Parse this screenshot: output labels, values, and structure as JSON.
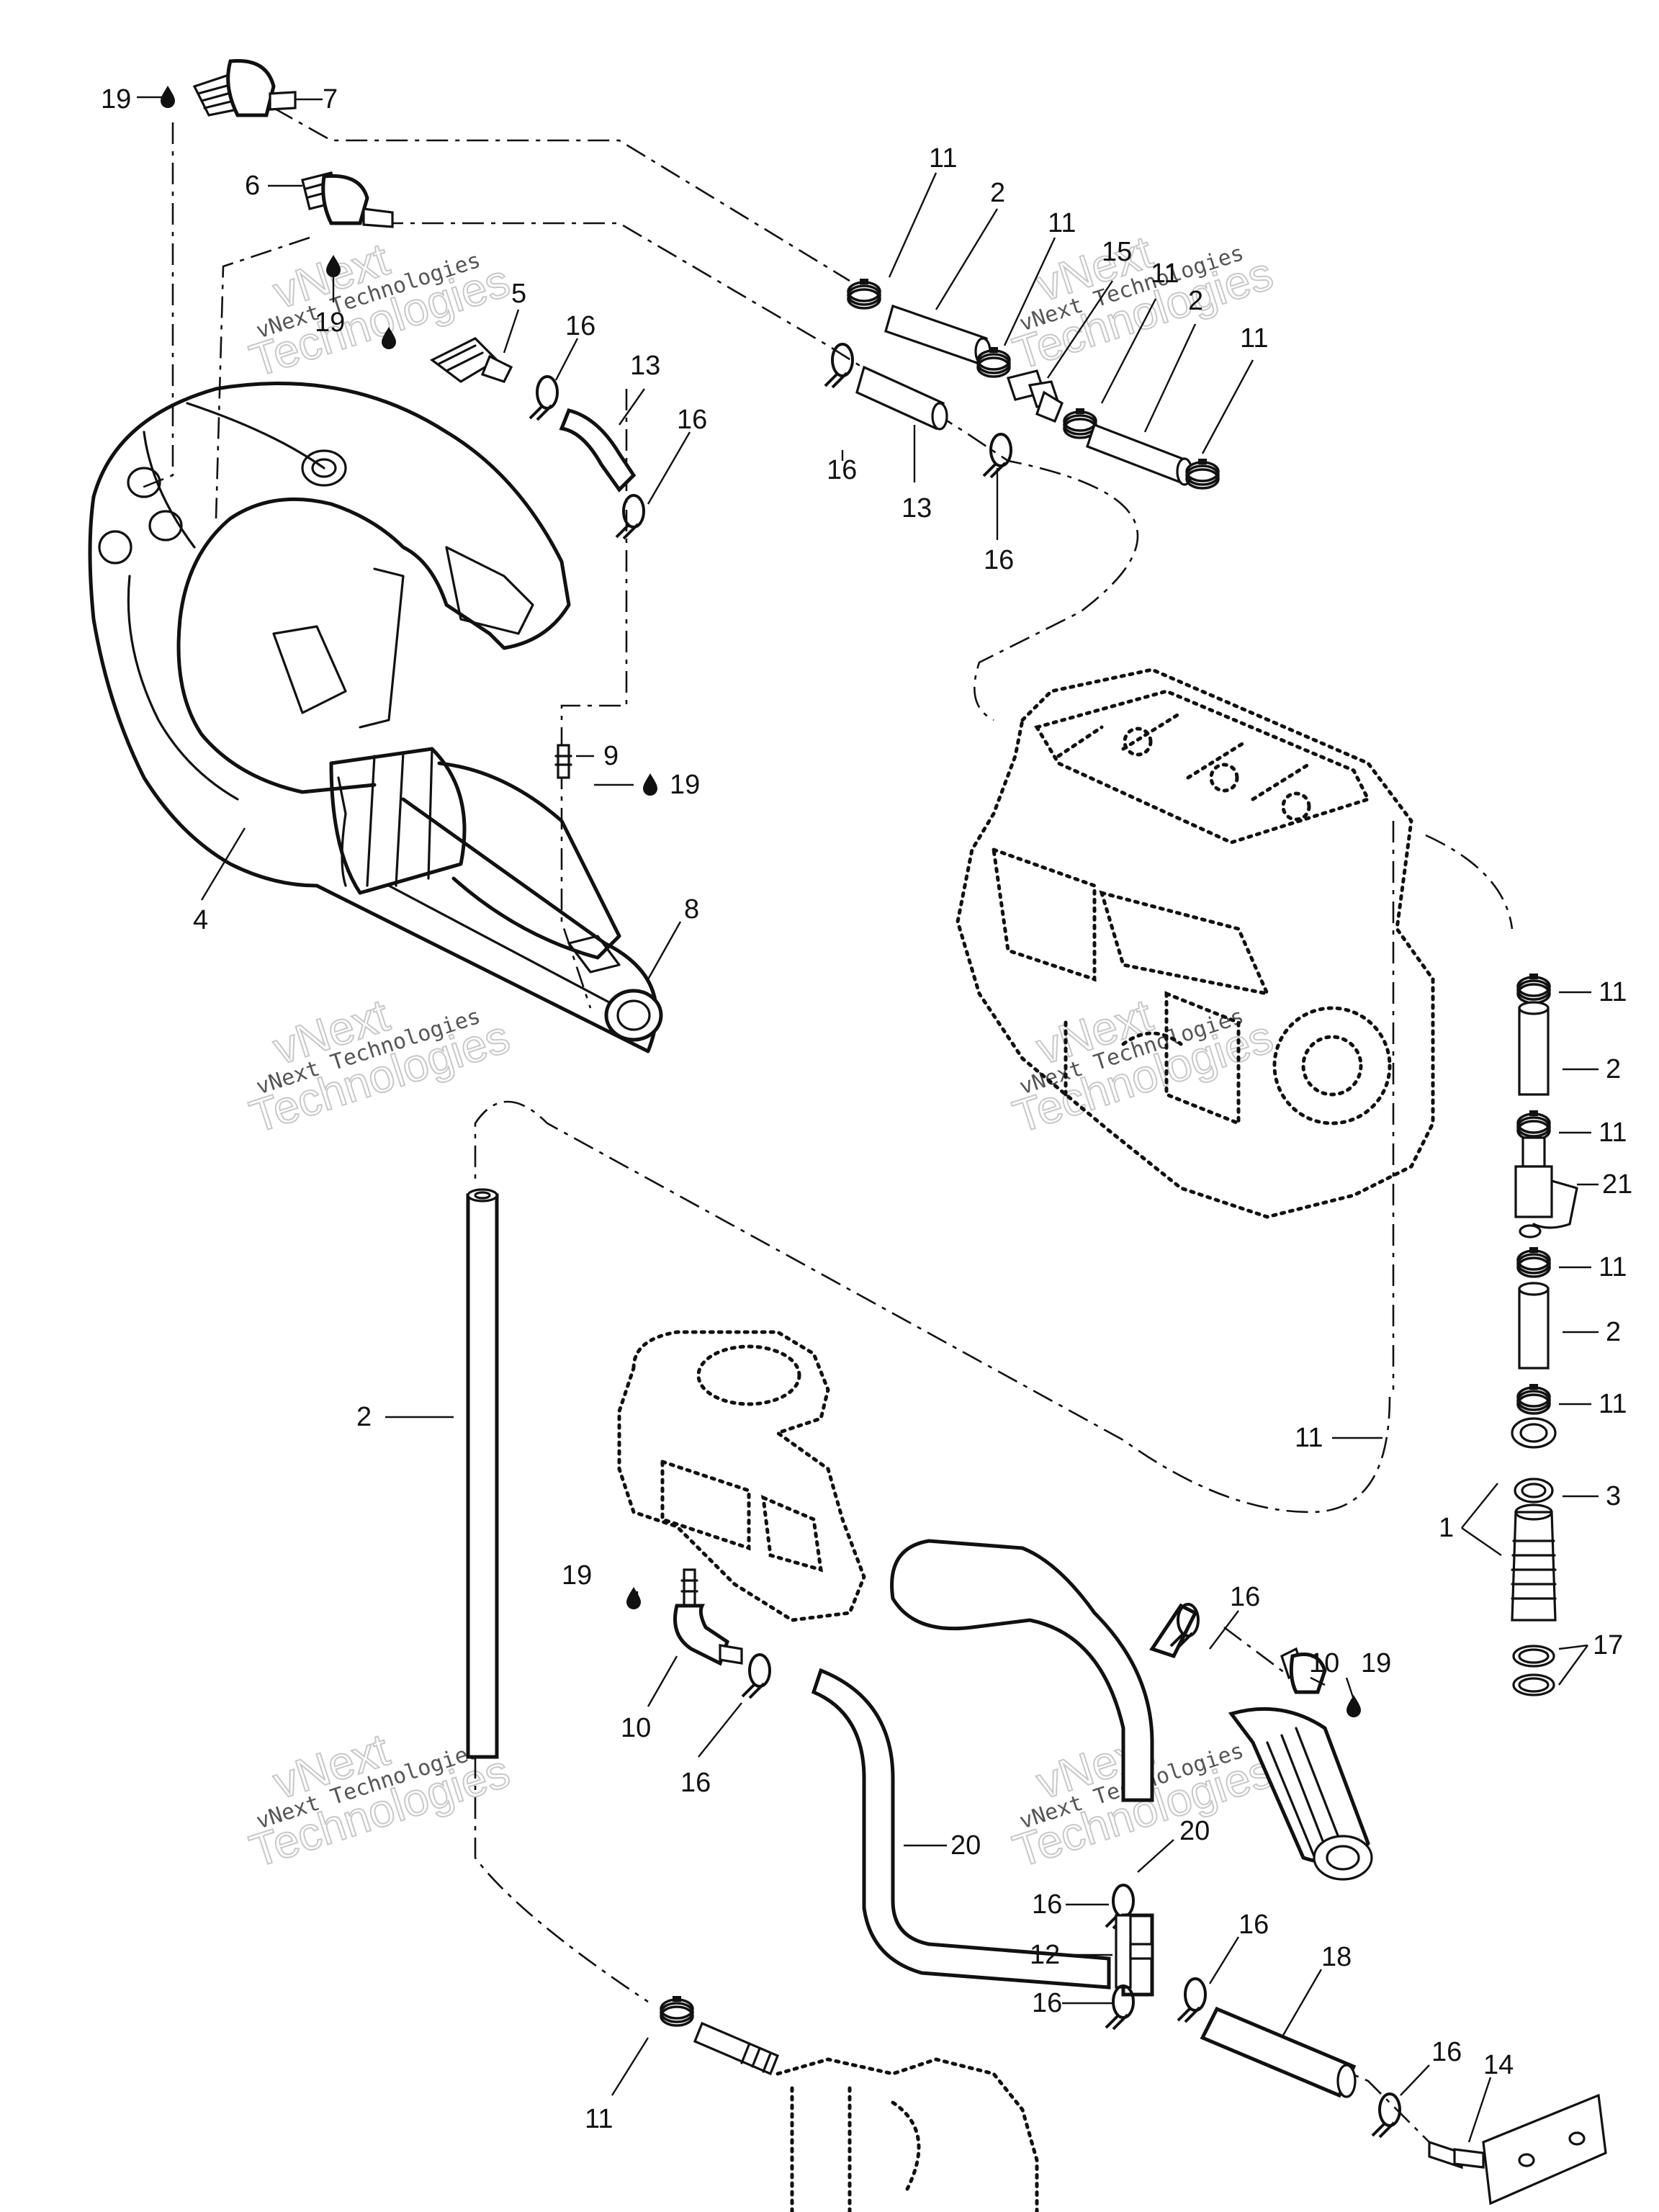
{
  "watermark": {
    "line1": "vNext",
    "line2": "vNext Technologies",
    "line3": "Technologies"
  },
  "callouts": {
    "c1": "1",
    "c2": "2",
    "c3": "3",
    "c4": "4",
    "c5": "5",
    "c6": "6",
    "c7": "7",
    "c8": "8",
    "c9": "9",
    "c10": "10",
    "c11": "11",
    "c12": "12",
    "c13": "13",
    "c14": "14",
    "c15": "15",
    "c16": "16",
    "c17": "17",
    "c18": "18",
    "c19": "19",
    "c20": "20",
    "c21": "21"
  },
  "icons": {
    "fluid_drop": "sealant-drop-icon"
  }
}
